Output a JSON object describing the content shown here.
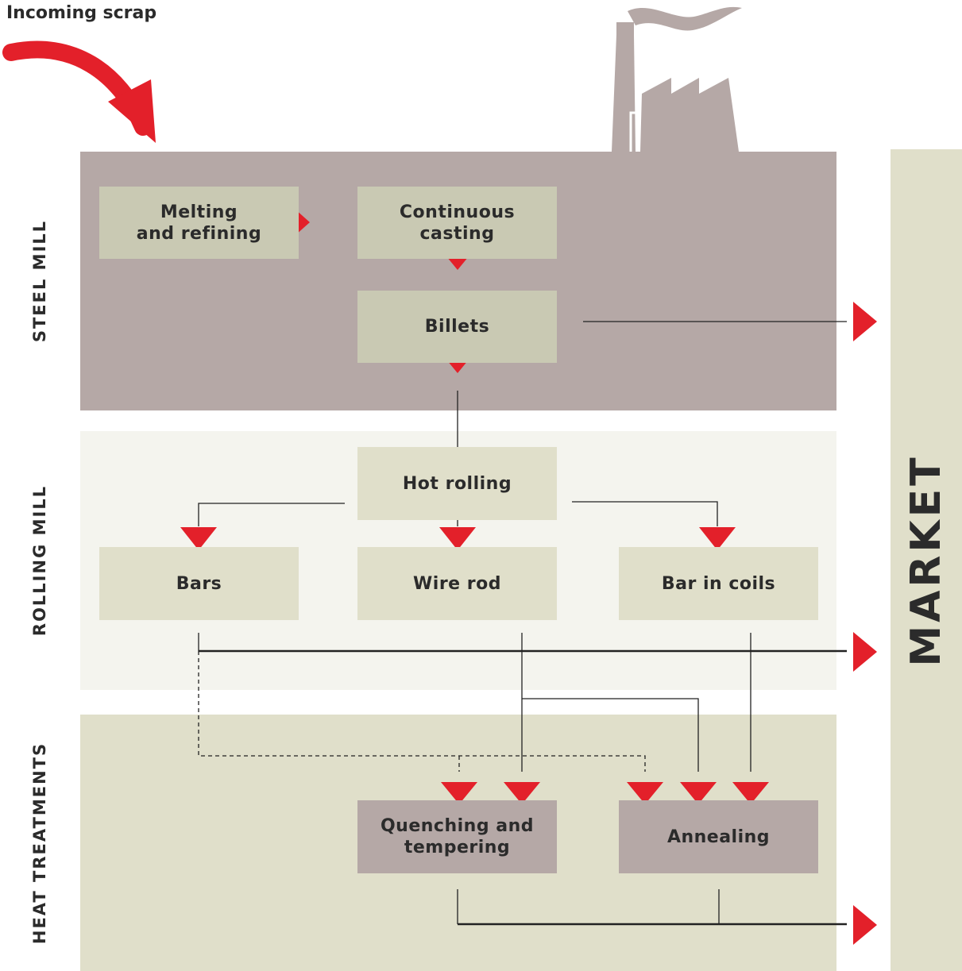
{
  "title": "Incoming scrap",
  "sections": {
    "steel_mill": "STEEL MILL",
    "rolling_mill": "ROLLING MILL",
    "heat_treatments": "HEAT TREATMENTS"
  },
  "market": "MARKET",
  "nodes": {
    "melting": "Melting\nand refining",
    "casting": "Continuous\ncasting",
    "billets": "Billets",
    "hot_rolling": "Hot rolling",
    "bars": "Bars",
    "wire_rod": "Wire rod",
    "bar_in_coils": "Bar in coils",
    "quenching": "Quenching and\ntempering",
    "annealing": "Annealing"
  },
  "colors": {
    "arrow": "#e3202a",
    "steel_band": "#b5a8a6",
    "rolling_band": "#f4f4ee",
    "heat_band": "#e0dfca",
    "factory": "#b5a8a6"
  }
}
